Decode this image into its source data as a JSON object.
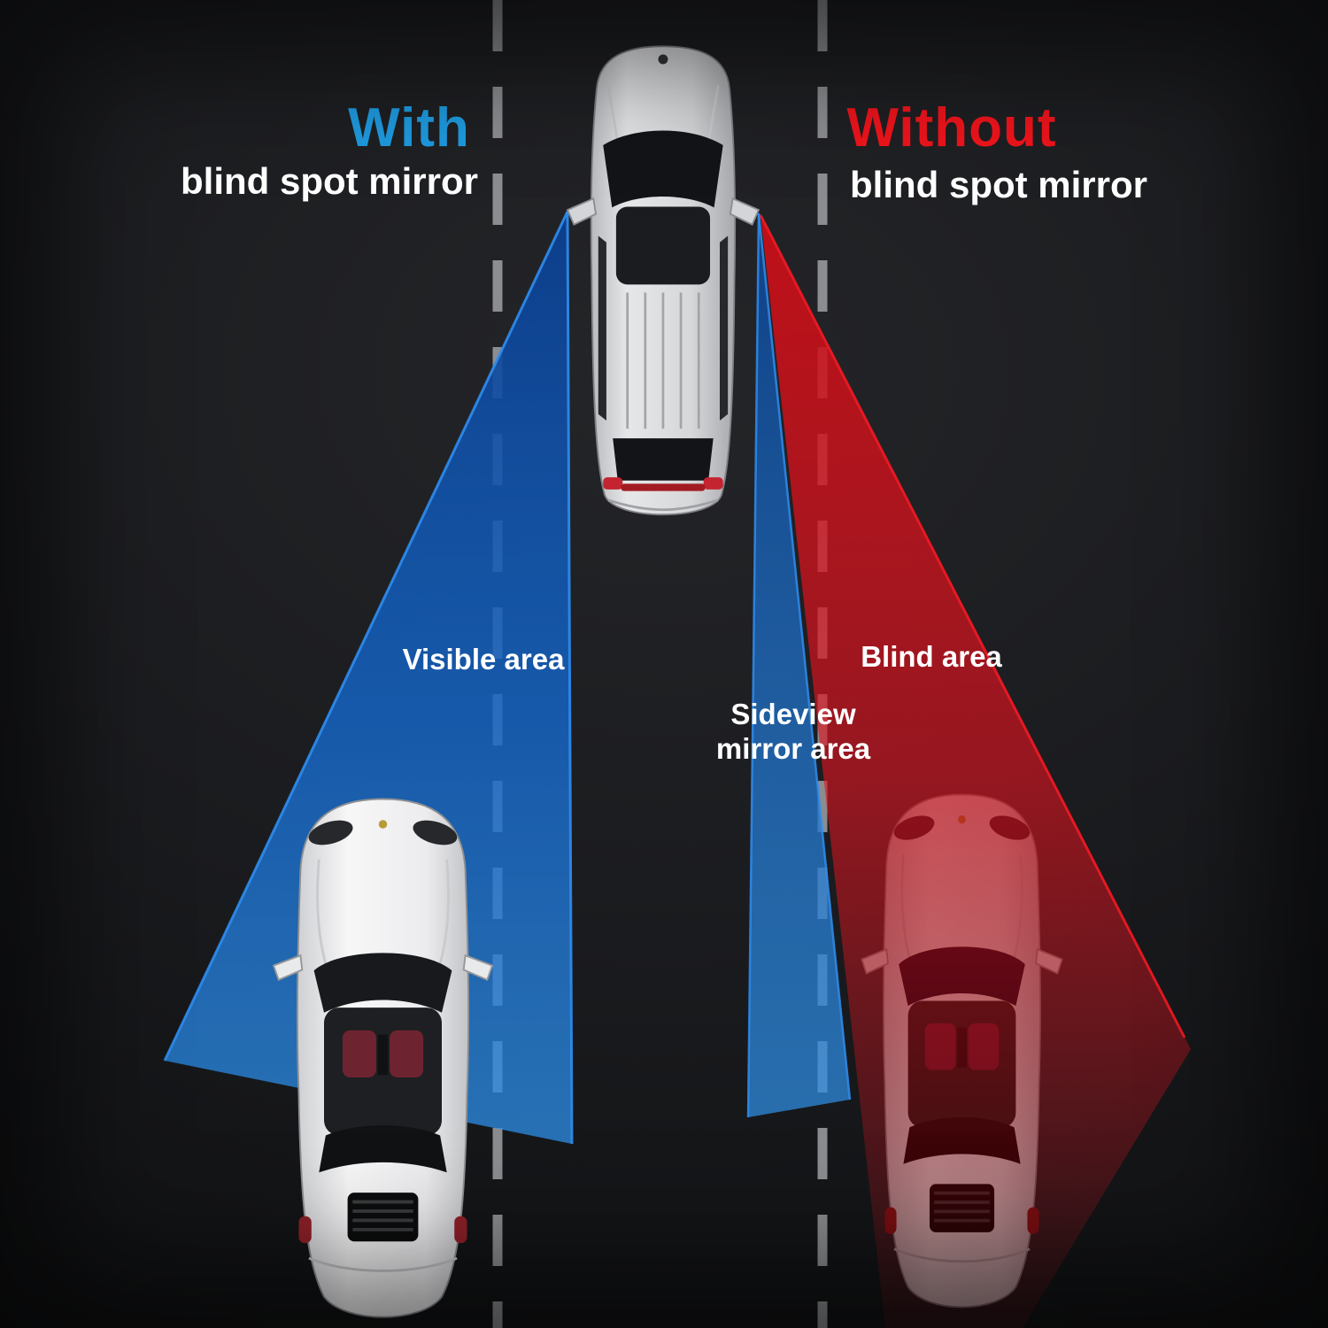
{
  "page": {
    "title": "Blind spot mirror comparison"
  },
  "colors": {
    "with_accent": "#1E9BE0",
    "without_accent": "#F0141C",
    "beam_blue": "#1D7AE0",
    "beam_red": "#E01420",
    "lane_line": "#97999C",
    "background": "#151619",
    "text": "#FFFFFF"
  },
  "labels": {
    "with_heading": "With",
    "with_subheading": "blind spot mirror",
    "without_heading": "Without",
    "without_subheading": "blind spot mirror",
    "visible_area": "Visible area",
    "blind_area": "Blind area",
    "sideview_line1": "Sideview",
    "sideview_line2": "mirror area"
  },
  "scene": {
    "lane_line_count": 2,
    "beams": [
      {
        "name": "visible-area-beam",
        "color": "blue",
        "from": "left side mirror",
        "label": "Visible area"
      },
      {
        "name": "blind-area-beam",
        "color": "red",
        "from": "right side mirror",
        "label": "Blind area"
      },
      {
        "name": "sideview-mirror-beam",
        "color": "blue",
        "from": "right side mirror",
        "label": "Sideview mirror area"
      }
    ],
    "vehicles": [
      {
        "name": "lead-suv",
        "appearance": "silver SUV, top view, beams originate at its side mirrors"
      },
      {
        "name": "car-in-visible-area",
        "appearance": "white sports car, top view, fully lit"
      },
      {
        "name": "car-in-blind-area",
        "appearance": "same sports car, darkened with red tint"
      }
    ]
  }
}
